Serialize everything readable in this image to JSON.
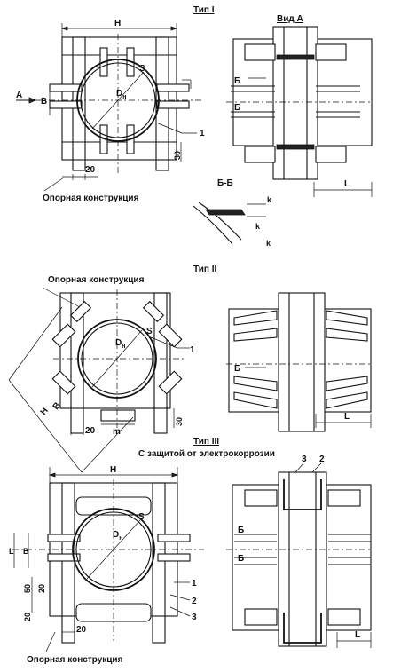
{
  "type1": {
    "title": "Тип I",
    "view_title": "Вид А",
    "dim_h": "H",
    "dim_b": "B",
    "arrow_a": "А",
    "dn": "D",
    "dn_sub": "н",
    "s": "S",
    "callout_1": "1",
    "dim_20": "20",
    "dim_30": "30",
    "support_label": "Опорная конструкция",
    "section_b_top": "Б",
    "section_b_bottom": "Б",
    "dim_l": "L"
  },
  "section_bb": {
    "title": "Б-Б",
    "k1": "k",
    "k2": "k",
    "k3": "k"
  },
  "type2": {
    "title": "Тип II",
    "support_label": "Опорная конструкция",
    "callout_1": "1",
    "dn": "D",
    "dn_sub": "н",
    "s": "S",
    "dim_h": "H",
    "dim_b": "B",
    "dim_20": "20",
    "dim_m": "m",
    "dim_30": "30",
    "section_b": "Б",
    "dim_l": "L"
  },
  "type3": {
    "title": "Тип III",
    "subtitle": "С защитой от электрокоррозии",
    "dim_h": "H",
    "dim_b": "B",
    "dim_l": "L",
    "dim_50": "50",
    "dim_20a": "20",
    "dim_20b": "20",
    "dim_20c": "20",
    "dn": "D",
    "dn_sub": "н",
    "s": "S",
    "callout_1": "1",
    "callout_2": "2",
    "callout_3": "3",
    "callout_top_3": "3",
    "callout_top_2": "2",
    "section_b_top": "Б",
    "section_b_bottom": "Б",
    "dim_l_right": "L",
    "support_label": "Опорная конструкция"
  }
}
